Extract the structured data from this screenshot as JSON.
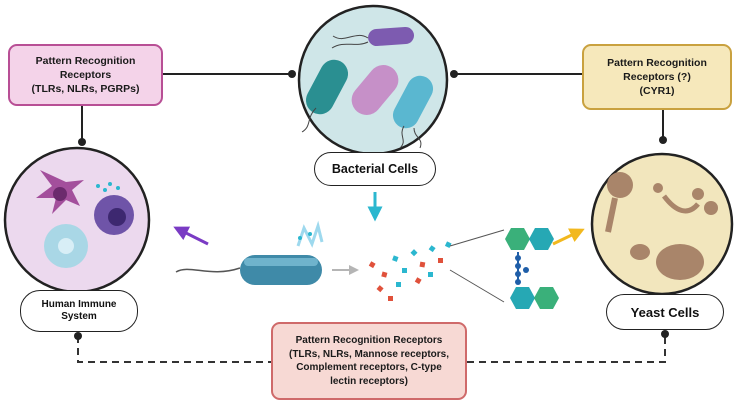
{
  "boxes": {
    "left": {
      "lines": [
        "Pattern Recognition",
        "Receptors",
        "(TLRs, NLRs, PGRPs)"
      ]
    },
    "right": {
      "lines": [
        "Pattern Recognition",
        "Receptors (?)",
        "(CYR1)"
      ]
    },
    "bottom": {
      "lines": [
        "Pattern Recognition Receptors",
        "(TLRs, NLRs, Mannose receptors,",
        "Complement receptors, C-type",
        "lectin receptors)"
      ]
    }
  },
  "labels": {
    "bacterial": "Bacterial Cells",
    "immune": [
      "Human Immune",
      "System"
    ],
    "yeast": "Yeast Cells"
  },
  "colors": {
    "bacteria_circle": "#cfe6e8",
    "immune_circle": "#ecd9ee",
    "yeast_circle": "#f2e6bd",
    "left_box_border": "#b84f95",
    "right_box_border": "#c9a13f",
    "bottom_box_border": "#cf6a6a",
    "arrow_cyan": "#2bb7cf",
    "arrow_purple": "#7a3bc4",
    "arrow_yellow": "#f2b81e"
  }
}
